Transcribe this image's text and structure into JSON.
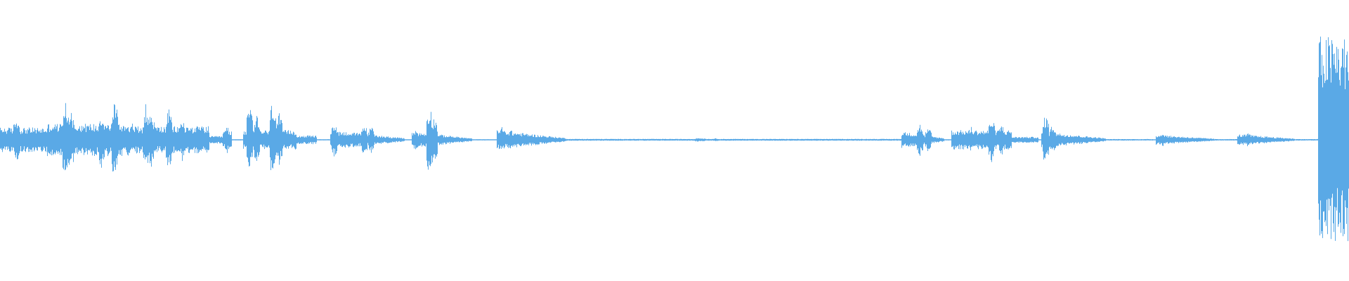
{
  "waveform": {
    "color": "#5aa9e6",
    "background": "#ffffff",
    "segments": [
      {
        "start": 0.0,
        "end": 0.035,
        "amp": 0.09,
        "spikes": [
          [
            0.012,
            0.18
          ]
        ]
      },
      {
        "start": 0.035,
        "end": 0.1,
        "amp": 0.12,
        "spikes": [
          [
            0.048,
            0.3
          ],
          [
            0.052,
            0.26
          ],
          [
            0.075,
            0.22
          ],
          [
            0.085,
            0.33
          ]
        ]
      },
      {
        "start": 0.1,
        "end": 0.155,
        "amp": 0.1,
        "spikes": [
          [
            0.108,
            0.27
          ],
          [
            0.112,
            0.22
          ],
          [
            0.125,
            0.24
          ],
          [
            0.135,
            0.16
          ]
        ]
      },
      {
        "start": 0.155,
        "end": 0.165,
        "amp": 0.025,
        "spikes": []
      },
      {
        "start": 0.165,
        "end": 0.172,
        "amp": 0.06,
        "spikes": [
          [
            0.168,
            0.1
          ]
        ]
      },
      {
        "start": 0.18,
        "end": 0.22,
        "amp": 0.07,
        "spikes": [
          [
            0.185,
            0.26
          ],
          [
            0.19,
            0.18
          ],
          [
            0.202,
            0.32
          ],
          [
            0.207,
            0.2
          ]
        ]
      },
      {
        "start": 0.22,
        "end": 0.235,
        "amp": 0.03,
        "spikes": []
      },
      {
        "start": 0.245,
        "end": 0.255,
        "amp": 0.06,
        "spikes": [
          [
            0.248,
            0.14
          ]
        ]
      },
      {
        "start": 0.255,
        "end": 0.3,
        "amp": 0.06,
        "spikes": [
          [
            0.27,
            0.12
          ],
          [
            0.275,
            0.1
          ]
        ],
        "decay": true
      },
      {
        "start": 0.305,
        "end": 0.315,
        "amp": 0.05,
        "spikes": [
          [
            0.308,
            0.08
          ]
        ]
      },
      {
        "start": 0.315,
        "end": 0.35,
        "amp": 0.05,
        "spikes": [
          [
            0.318,
            0.27
          ],
          [
            0.322,
            0.18
          ]
        ],
        "decay": true
      },
      {
        "start": 0.368,
        "end": 0.42,
        "amp": 0.07,
        "spikes": [
          [
            0.372,
            0.1
          ],
          [
            0.378,
            0.08
          ]
        ],
        "decay": true
      },
      {
        "start": 0.42,
        "end": 0.67,
        "amp": 0.004,
        "spikes": [
          [
            0.517,
            0.012
          ],
          [
            0.521,
            0.01
          ],
          [
            0.53,
            0.008
          ]
        ]
      },
      {
        "start": 0.668,
        "end": 0.7,
        "amp": 0.06,
        "spikes": [
          [
            0.682,
            0.12
          ],
          [
            0.688,
            0.09
          ]
        ],
        "decay": true
      },
      {
        "start": 0.705,
        "end": 0.75,
        "amp": 0.07,
        "spikes": [
          [
            0.72,
            0.1
          ],
          [
            0.735,
            0.17
          ],
          [
            0.742,
            0.12
          ]
        ]
      },
      {
        "start": 0.75,
        "end": 0.77,
        "amp": 0.02,
        "spikes": []
      },
      {
        "start": 0.772,
        "end": 0.82,
        "amp": 0.06,
        "spikes": [
          [
            0.775,
            0.2
          ],
          [
            0.78,
            0.12
          ]
        ],
        "decay": true
      },
      {
        "start": 0.82,
        "end": 0.855,
        "amp": 0.003,
        "spikes": []
      },
      {
        "start": 0.857,
        "end": 0.9,
        "amp": 0.035,
        "spikes": [
          [
            0.862,
            0.05
          ]
        ],
        "decay": true
      },
      {
        "start": 0.9,
        "end": 0.917,
        "amp": 0.003,
        "spikes": []
      },
      {
        "start": 0.917,
        "end": 0.96,
        "amp": 0.04,
        "spikes": [
          [
            0.925,
            0.05
          ]
        ],
        "decay": true
      },
      {
        "start": 0.96,
        "end": 0.977,
        "amp": 0.003,
        "spikes": []
      },
      {
        "start": 0.977,
        "end": 1.0,
        "amp": 0.78,
        "spikes": [
          [
            0.982,
            0.8
          ],
          [
            0.99,
            0.76
          ],
          [
            0.996,
            0.78
          ]
        ],
        "dense": true
      }
    ]
  }
}
